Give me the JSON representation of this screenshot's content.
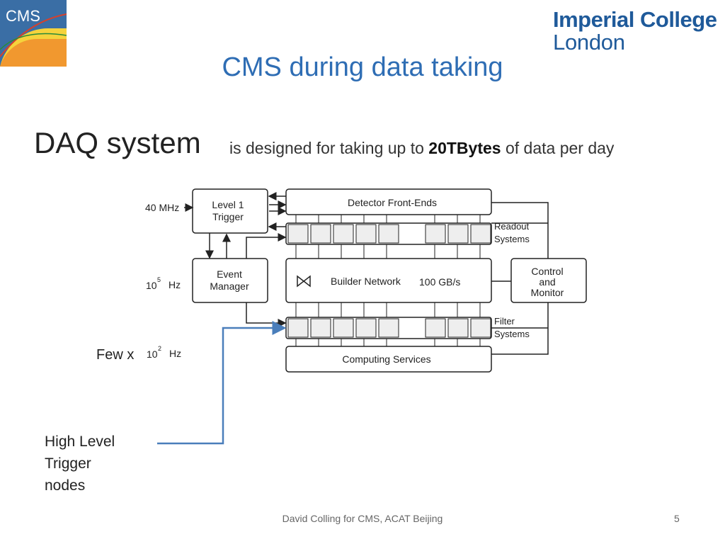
{
  "slide": {
    "title": "CMS during data taking",
    "heading": "DAQ system",
    "subheading_prefix": "is designed for taking up to ",
    "subheading_bold": "20TBytes",
    "subheading_suffix": " of data per day",
    "footer": "David Colling for CMS, ACAT Beijing",
    "page_number": "5"
  },
  "logos": {
    "cms": {
      "text": "CMS",
      "colors": {
        "blue": "#3a6ea5",
        "yellow": "#f5d33c",
        "orange": "#f08a2c"
      }
    },
    "imperial": {
      "line1": "Imperial College",
      "line2": "London",
      "color": "#1f5a9a"
    }
  },
  "diagram": {
    "rates": {
      "level1": "40 MHz",
      "event": "Hz",
      "event_base": "10",
      "event_exp": "5",
      "filter_prefix": "Few x",
      "filter": "Hz",
      "filter_base": "10",
      "filter_exp": "2"
    },
    "boxes": {
      "level1_trigger": [
        "Level 1",
        "Trigger"
      ],
      "event_manager": [
        "Event",
        "Manager"
      ],
      "detector_front_ends": "Detector Front-Ends",
      "builder_network": "Builder Network",
      "builder_bandwidth": "100 GB/s",
      "control_monitor": [
        "Control",
        "and",
        "Monitor"
      ],
      "computing_services": "Computing Services",
      "readout_systems": [
        "Readout",
        "Systems"
      ],
      "filter_systems": [
        "Filter",
        "Systems"
      ]
    },
    "callout": {
      "label": [
        "High Level",
        "Trigger",
        "nodes"
      ],
      "color": "#4a7ebb"
    }
  }
}
